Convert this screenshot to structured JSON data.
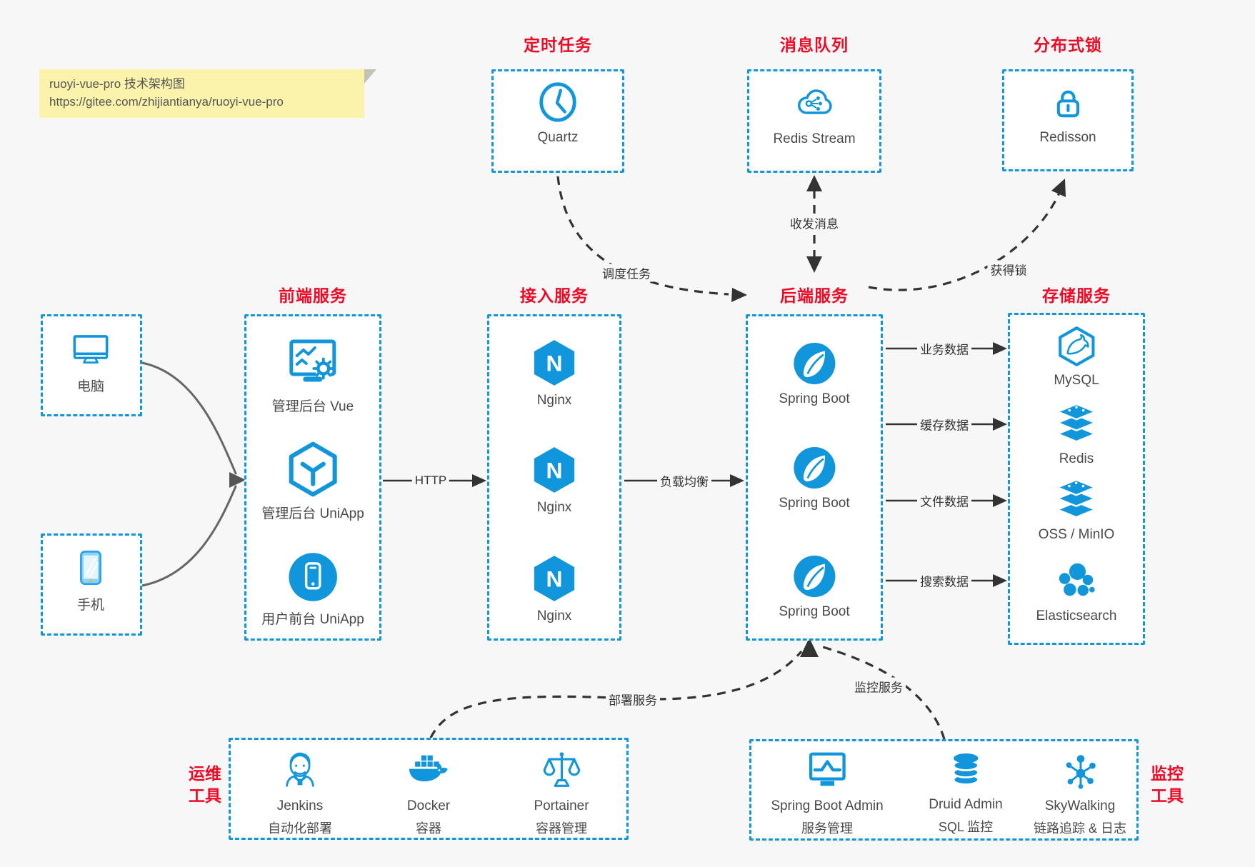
{
  "note": {
    "title": "ruoyi-vue-pro 技术架构图",
    "url": "https://gitee.com/zhijiantianya/ruoyi-vue-pro"
  },
  "palette": {
    "blue": "#1296db",
    "red": "#ee0a24",
    "bg": "#f7f7f8",
    "box_bg": "#ffffff",
    "arrow": "#333333",
    "gray_arrow": "#666666",
    "note_bg": "#fbf3ab",
    "text": "#4a4a4a"
  },
  "clients": {
    "computer": {
      "label": "电脑",
      "icon": "desktop-icon"
    },
    "phone": {
      "label": "手机",
      "icon": "smartphone-icon"
    }
  },
  "top": {
    "scheduled": {
      "title": "定时任务",
      "item": {
        "label": "Quartz",
        "icon": "clock-icon"
      }
    },
    "mq": {
      "title": "消息队列",
      "item": {
        "label": "Redis Stream",
        "icon": "cloud-share-icon"
      }
    },
    "lock": {
      "title": "分布式锁",
      "item": {
        "label": "Redisson",
        "icon": "lock-icon"
      }
    }
  },
  "columns": {
    "frontend": {
      "title": "前端服务",
      "items": [
        {
          "label": "管理后台 Vue",
          "icon": "admin-vue-icon"
        },
        {
          "label": "管理后台 UniApp",
          "icon": "cube-icon"
        },
        {
          "label": "用户前台 UniApp",
          "icon": "mobile-app-icon"
        }
      ]
    },
    "gateway": {
      "title": "接入服务",
      "items": [
        {
          "label": "Nginx",
          "icon": "nginx-icon"
        },
        {
          "label": "Nginx",
          "icon": "nginx-icon"
        },
        {
          "label": "Nginx",
          "icon": "nginx-icon"
        }
      ]
    },
    "backend": {
      "title": "后端服务",
      "items": [
        {
          "label": "Spring Boot",
          "icon": "spring-icon"
        },
        {
          "label": "Spring Boot",
          "icon": "spring-icon"
        },
        {
          "label": "Spring Boot",
          "icon": "spring-icon"
        }
      ]
    },
    "storage": {
      "title": "存储服务",
      "items": [
        {
          "label": "MySQL",
          "icon": "mysql-icon"
        },
        {
          "label": "Redis",
          "icon": "stack-icon"
        },
        {
          "label": "OSS / MinIO",
          "icon": "stack-icon"
        },
        {
          "label": "Elasticsearch",
          "icon": "elastic-icon"
        }
      ]
    }
  },
  "bottom": {
    "ops": {
      "title": [
        "运维",
        "工具"
      ],
      "items": [
        {
          "name": "Jenkins",
          "desc": "自动化部署",
          "icon": "jenkins-icon"
        },
        {
          "name": "Docker",
          "desc": "容器",
          "icon": "docker-icon"
        },
        {
          "name": "Portainer",
          "desc": "容器管理",
          "icon": "scales-icon"
        }
      ]
    },
    "monitoring": {
      "title": [
        "监控",
        "工具"
      ],
      "items": [
        {
          "name": "Spring Boot Admin",
          "desc": "服务管理",
          "icon": "admin-monitor-icon"
        },
        {
          "name": "Druid Admin",
          "desc": "SQL 监控",
          "icon": "database-icon"
        },
        {
          "name": "SkyWalking",
          "desc": "链路追踪 & 日志",
          "icon": "topology-icon"
        }
      ]
    }
  },
  "edges": {
    "http": "HTTP",
    "load_balance": "负载均衡",
    "schedule_task": "调度任务",
    "send_receive": "收发消息",
    "acquire_lock": "获得锁",
    "business_data": "业务数据",
    "cache_data": "缓存数据",
    "file_data": "文件数据",
    "search_data": "搜索数据",
    "deploy_service": "部署服务",
    "monitor_service": "监控服务"
  }
}
